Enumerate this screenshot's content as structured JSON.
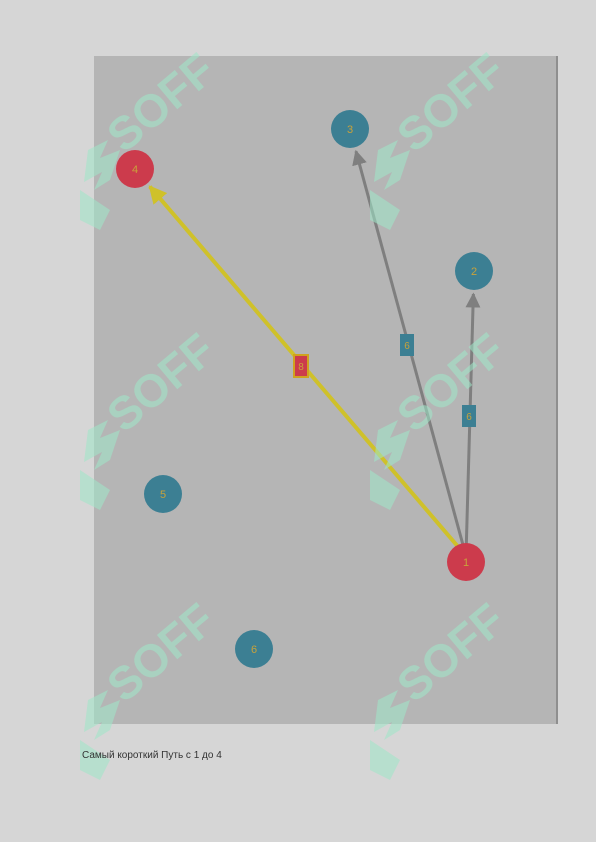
{
  "caption": "Самый короткий Путь с 1 до 4",
  "watermark": {
    "text": "SOFF",
    "color": "#9ee8c8"
  },
  "colors": {
    "canvas_bg": "#b5b5b5",
    "node_normal": "#3c7f93",
    "node_highlight": "#cc3b4c",
    "node_label": "#c9a23a",
    "edge_normal": "#7f7f7f",
    "edge_highlight": "#cfc12a",
    "weight_normal_bg": "#3c7f93",
    "weight_highlight_bg": "#cc3b4c",
    "weight_highlight_border": "#d0a21f"
  },
  "nodes": [
    {
      "id": "1",
      "label": "1",
      "highlight": true
    },
    {
      "id": "2",
      "label": "2",
      "highlight": false
    },
    {
      "id": "3",
      "label": "3",
      "highlight": false
    },
    {
      "id": "4",
      "label": "4",
      "highlight": true
    },
    {
      "id": "5",
      "label": "5",
      "highlight": false
    },
    {
      "id": "6",
      "label": "6",
      "highlight": false
    }
  ],
  "edges": [
    {
      "from": "1",
      "to": "4",
      "weight": "8",
      "highlight": true
    },
    {
      "from": "1",
      "to": "3",
      "weight": "6",
      "highlight": false
    },
    {
      "from": "1",
      "to": "2",
      "weight": "6",
      "highlight": false
    }
  ]
}
